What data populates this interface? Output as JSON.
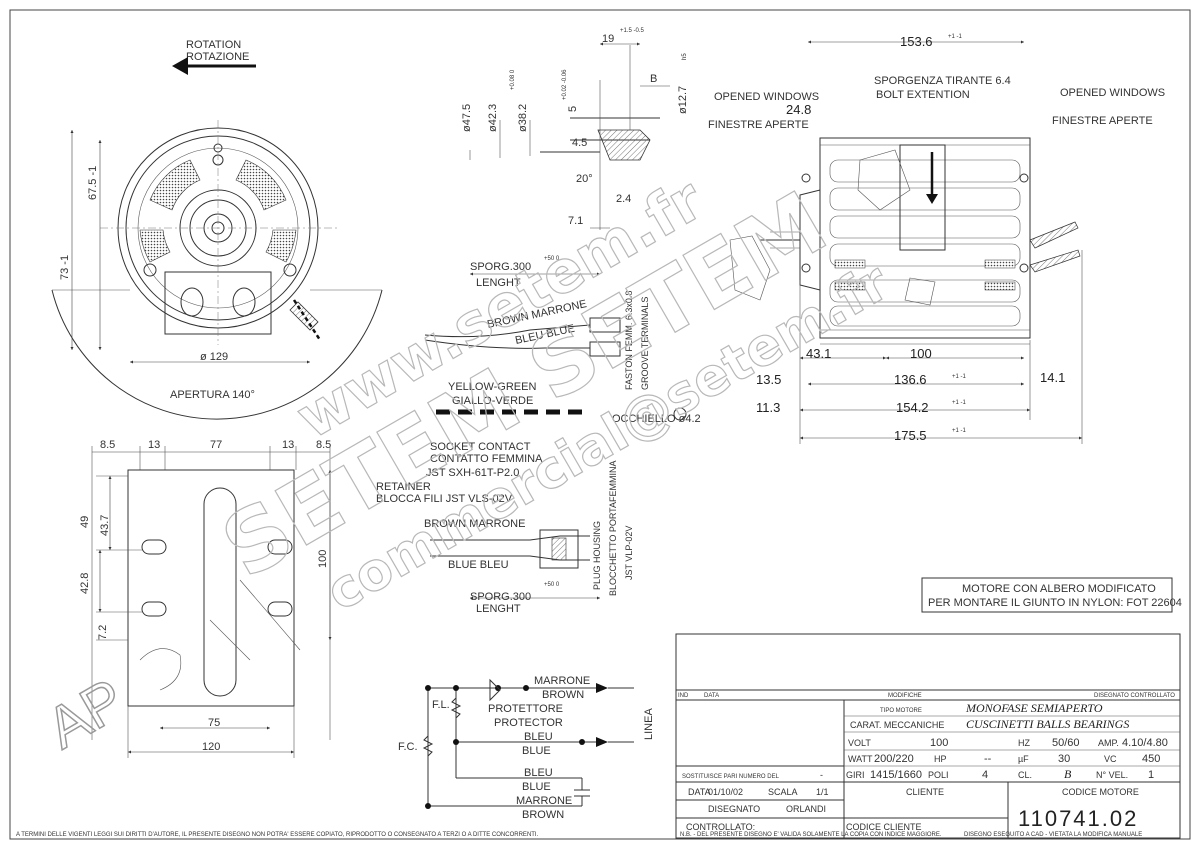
{
  "rotation": {
    "en": "ROTATION",
    "it": "ROTAZIONE"
  },
  "front_view": {
    "dim_height_top": "67.5 -1",
    "dim_height_total": "73 -1",
    "dim_diameter": "ø 129",
    "aperture": "APERTURA 140°"
  },
  "shaft_detail": {
    "dim_19": "19",
    "tol_19": "+1.5 -0.5",
    "dim_B": "B",
    "dim_47_5": "ø47.5",
    "dim_42_3": "ø42.3",
    "dim_38_2": "ø38.2",
    "tol_38_2": "+0.08 0",
    "dim_5": "5",
    "tol_5": "+0.02 -0.06",
    "dim_12_7": "ø12.7",
    "tol_12_7": "h5",
    "dim_4_5": "4.5",
    "dim_20": "20°",
    "dim_2_4": "2.4",
    "dim_7_1": "7.1"
  },
  "side_view": {
    "dim_153_6": "153.6",
    "tol_153_6": "+1 -1",
    "bolt_it": "SPORGENZA TIRANTE 6.4",
    "bolt_en": "BOLT EXTENTION",
    "win_left_en": "OPENED WINDOWS",
    "win_left_it": "FINESTRE APERTE",
    "win_right_en": "OPENED WINDOWS",
    "win_right_it": "FINESTRE APERTE",
    "dim_24_8": "24.8",
    "dim_43_1": "43.1",
    "dim_100": "100",
    "dim_13_5": "13.5",
    "dim_136_6": "136.6",
    "tol_136_6": "+1 -1",
    "dim_14_1": "14.1",
    "dim_11_3": "11.3",
    "dim_154_2": "154.2",
    "tol_154_2": "+1 -1",
    "dim_175_5": "175.5",
    "tol_175_5": "+1 -1"
  },
  "wires": {
    "sporg_top": "SPORG.300",
    "tol_sporg_top": "+50 0",
    "lenght_top": "LENGHT",
    "brown_top": "BROWN MARRONE",
    "blue_top": "BLEU BLUE",
    "faston_it": "FASTON FEMM. 6.3x0.8",
    "faston_en": "GROOVE TERMINALS",
    "yellow_green_en": "YELLOW-GREEN",
    "yellow_green_it": "GIALLO-VERDE",
    "occhiello": "OCCHIELLO ø4.2",
    "socket_en": "SOCKET CONTACT",
    "socket_it": "CONTATTO FEMMINA",
    "socket_code": "JST SXH-61T-P2.0",
    "retainer_en": "RETAINER",
    "retainer_it": "BLOCCA FILI JST VLS-02V",
    "brown_bottom": "BROWN MARRONE",
    "blue_bottom": "BLUE BLEU",
    "plug_en": "PLUG HOUSING",
    "plug_it": "BLOCCHETTO PORTAFEMMINA",
    "plug_code": "JST VLP-02V",
    "sporg_bottom": "SPORG.300",
    "tol_sporg_bottom": "+50 0",
    "lenght_bottom": "LENGHT"
  },
  "bottom_view": {
    "dim_8_5_left": "8.5",
    "dim_13_left": "13",
    "dim_77": "77",
    "dim_13_right": "13",
    "dim_8_5_right": "8.5",
    "dim_49": "49",
    "dim_43_7": "43.7",
    "dim_42_8": "42.8",
    "dim_7_2": "7.2",
    "dim_100": "100",
    "dim_75": "75",
    "dim_120": "120"
  },
  "schematic": {
    "marrone": "MARRONE",
    "brown": "BROWN",
    "fl": "F.L.",
    "protettore": "PROTETTORE",
    "protector": "PROTECTOR",
    "bleu": "BLEU",
    "blue": "BLUE",
    "linea": "LINEA",
    "fc": "F.C.",
    "bleu2": "BLEU",
    "blue2": "BLUE",
    "marrone2": "MARRONE",
    "brown2": "BROWN"
  },
  "note_box": {
    "line1": "MOTORE CON ALBERO MODIFICATO",
    "line2": "PER MONTARE IL GIUNTO IN NYLON: FOT 22604"
  },
  "title_block": {
    "ind": "IND",
    "data": "DATA",
    "modifiche": "MODIFICHE",
    "disegnato_controllato": "DISEGNATO CONTROLLATO",
    "tipo_motore_label": "TIPO MOTORE",
    "tipo_motore": "MONOFASE SEMIAPERTO",
    "carat_label": "CARAT. MECCANICHE",
    "carat": "CUSCINETTI BALLS BEARINGS",
    "volt_label": "VOLT",
    "volt": "100",
    "hz_label": "HZ",
    "hz": "50/60",
    "amp_label": "AMP.",
    "amp": "4.10/4.80",
    "watt_label": "WATT",
    "watt": "200/220",
    "hp_label": "HP",
    "hp": "--",
    "uf_label": "µF",
    "uf": "30",
    "vc_label": "VC",
    "vc": "450",
    "giri_label": "GIRI",
    "giri": "1415/1660",
    "poli_label": "POLI",
    "poli": "4",
    "cl_label": "CL.",
    "cl": "B",
    "nvel_label": "N° VEL.",
    "nvel": "1",
    "sostituisce_label": "SOSTITUISCE PARI NUMERO DEL",
    "sostituisce": "-",
    "data_label": "DATA",
    "data_value": "01/10/02",
    "scala_label": "SCALA",
    "scala": "1/1",
    "disegnato_label": "DISEGNATO",
    "disegnato": "ORLANDI",
    "controllato_label": "CONTROLLATO:",
    "cliente_label": "CLIENTE",
    "codice_cliente_label": "CODICE CLIENTE",
    "codice_motore_label": "CODICE MOTORE",
    "codice_motore": "110741.02"
  },
  "footer": {
    "left": "A TERMINI DELLE VIGENTI LEGGI SUI DIRITTI D'AUTORE, IL PRESENTE DISEGNO NON POTRA' ESSERE COPIATO, RIPRODOTTO O CONSEGNATO A TERZI O A DITTE CONCORRENTI.",
    "mid": "N.B. - DEL PRESENTE DISEGNO E' VALIDA SOLAMENTE LA COPIA CON INDICE MAGGIORE.",
    "right": "DISEGNO ESEGUITO A CAD - VIETATA LA MODIFICA MANUALE"
  },
  "watermark": {
    "w1": "www.setem.fr",
    "w2": "SETEM SETEM",
    "w3": "commercial@setem.fr"
  },
  "stamp": "AP"
}
